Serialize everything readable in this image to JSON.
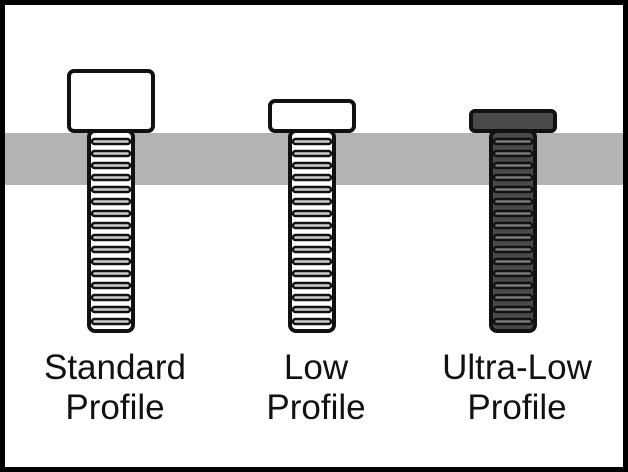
{
  "colors": {
    "band": "#b3b3b3",
    "outline": "#111111",
    "light_fill": "#ffffff",
    "dark_fill": "#4a4a4a",
    "thread_light": "#cfcfcf",
    "thread_dark": "#7a7a7a"
  },
  "screws": [
    {
      "name": "standard",
      "label_line1": "Standard",
      "label_line2": "Profile",
      "head": "tall",
      "finish": "light"
    },
    {
      "name": "low",
      "label_line1": "Low",
      "label_line2": "Profile",
      "head": "low",
      "finish": "light"
    },
    {
      "name": "ultra-low",
      "label_line1": "Ultra-Low",
      "label_line2": "Profile",
      "head": "ultra-low",
      "finish": "dark"
    }
  ]
}
